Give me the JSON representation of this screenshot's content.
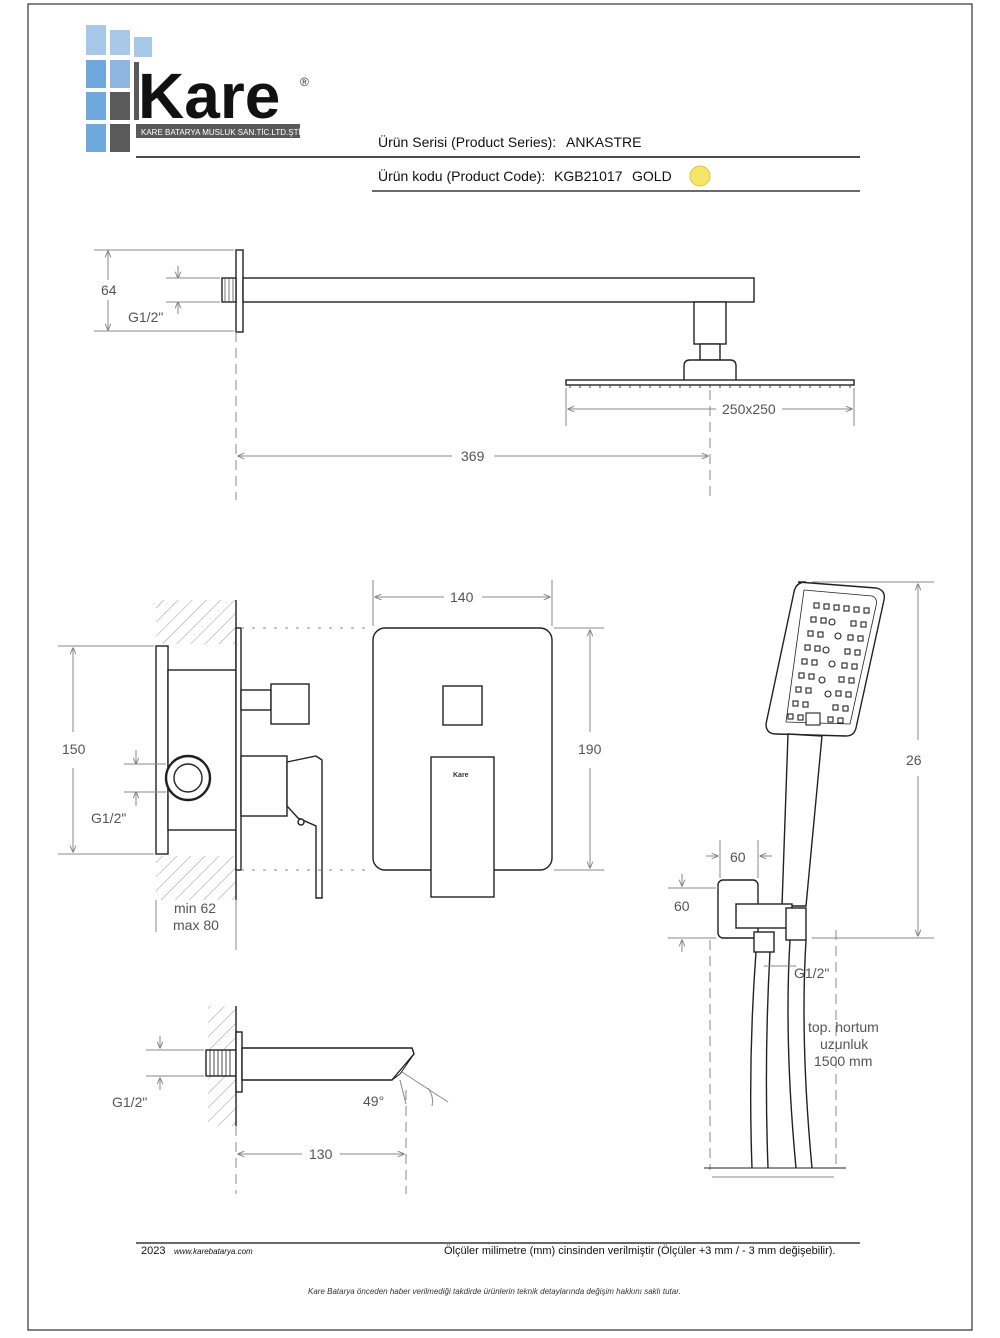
{
  "brand": {
    "name": "Kare",
    "registered": "®",
    "tagline": "KARE BATARYA MUSLUK SAN.TİC.LTD.ŞTİ.",
    "colors": {
      "logo_blue": "#6fa8dc",
      "logo_light": "#a8c8e8",
      "logo_dark": "#5a5a5a",
      "swatch_gold": "#f5e66a"
    }
  },
  "header": {
    "series_label": "Ürün Serisi (Product Series):",
    "series_value": "ANKASTRE",
    "code_label": "Ürün kodu (Product Code):",
    "code_value": "KGB21017",
    "finish": "GOLD"
  },
  "dimensions": {
    "arm_height": "64",
    "arm_thread": "G1/2\"",
    "head_size": "250x250",
    "arm_length": "369",
    "box_height": "150",
    "box_thread": "G1/2\"",
    "wall_depth": "min 62\nmax 80",
    "wall_min": "min 62",
    "wall_max": "max 80",
    "plate_width": "140",
    "plate_height": "190",
    "plate_brand": "Kare",
    "hand_height": "26",
    "holder_w": "60",
    "holder_h": "60",
    "hose_thread": "G1/2\"",
    "hose_l1": "top. hortum",
    "hose_l2": "uzunluk",
    "hose_l3": "1500 mm",
    "spout_thread": "G1/2\"",
    "spout_angle": "49°",
    "spout_length": "130"
  },
  "footer": {
    "year": "2023",
    "website": "www.karebatarya.com",
    "units_note": "Ölçüler milimetre (mm) cinsinden verilmiştir (Ölçüler  +3 mm / - 3 mm değişebilir).",
    "disclaimer": "Kare Batarya önceden haber verilmediği takdirde ürünlerin teknik detaylarında değişim hakkını saklı tutar."
  }
}
